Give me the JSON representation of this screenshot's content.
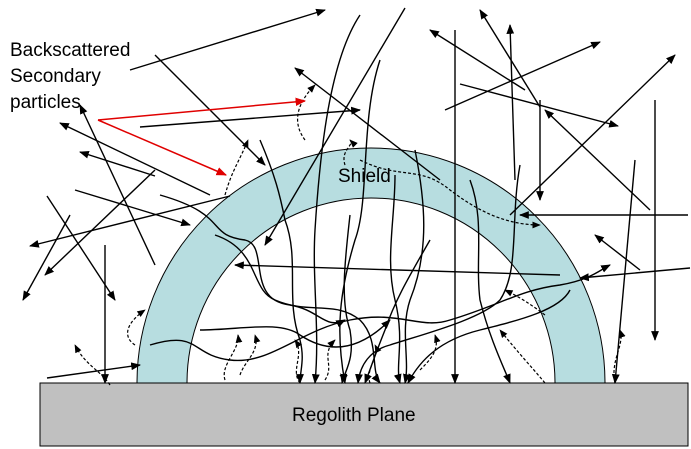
{
  "labels": {
    "backscatter_line1": "Backscattered",
    "backscatter_line2": "Secondary",
    "backscatter_line3": "particles",
    "shield": "Shield",
    "ground": "Regolith Plane"
  },
  "colors": {
    "shield_fill": "#b7dde0",
    "ground_fill": "#c0c0c0",
    "pointer_arrow": "#e00000",
    "track": "#000000"
  }
}
